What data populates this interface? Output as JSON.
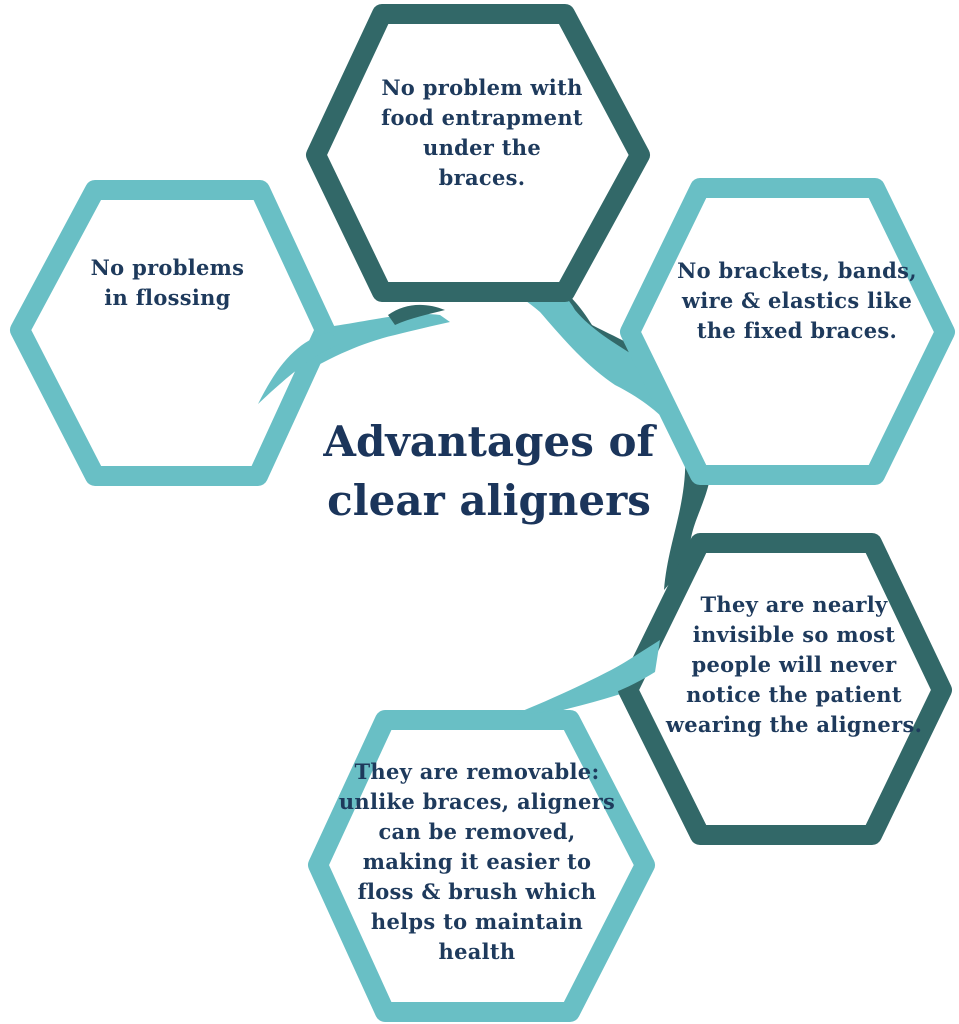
{
  "title": "Advantages of clear aligners",
  "advantages": [
    {
      "text": "No problems in flossing"
    },
    {
      "text": "No problem with food entrapment under the braces."
    },
    {
      "text": "No brackets, bands, wire & elastics like the fixed braces."
    },
    {
      "text": "They are nearly invisible so most people will never notice the patient wearing the aligners."
    },
    {
      "text": "They are removable: unlike braces, aligners can be removed, making it easier to floss & brush which helps to maintain health"
    }
  ],
  "colors": {
    "light_teal": "#69bfc5",
    "dark_teal": "#326868",
    "text": "#1e3a5c",
    "background": "#ffffff"
  }
}
